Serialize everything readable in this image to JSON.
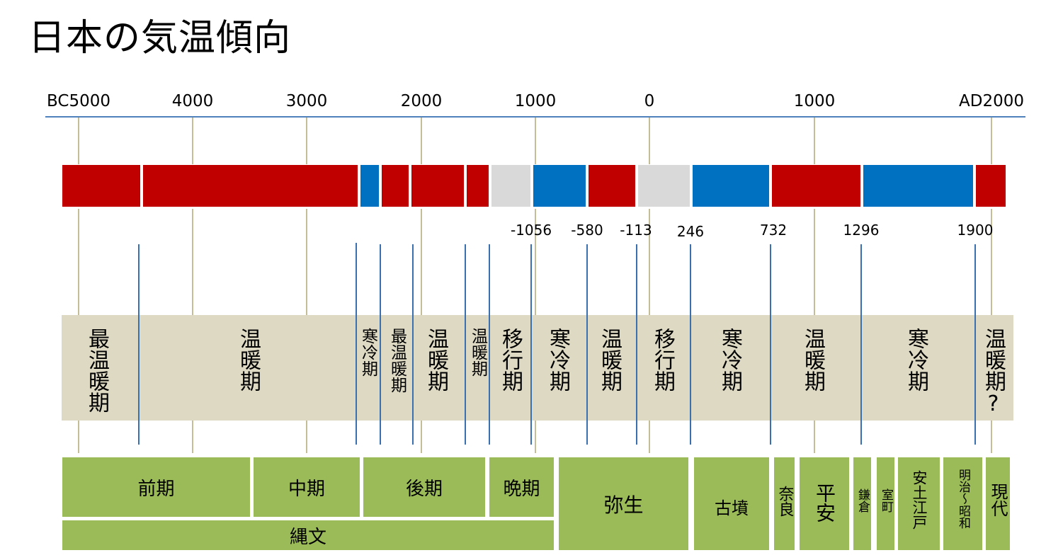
{
  "title": "日本の気温傾向",
  "axis": {
    "ticks": [
      "BC5000",
      "4000",
      "3000",
      "2000",
      "1000",
      "0",
      "1000",
      "AD2000"
    ]
  },
  "colors": {
    "warm": "#c00000",
    "cold": "#0070c0",
    "transition": "#d9d9d9",
    "climate_background": "#ddd9c3",
    "era_fill": "#9bbb59",
    "axis": "#4f81bd",
    "boundary_line": "#3a6fb0",
    "grid_line": "#c4bd97"
  },
  "climate_bands": [
    {
      "type": "warm"
    },
    {
      "type": "warm"
    },
    {
      "type": "cold"
    },
    {
      "type": "warm"
    },
    {
      "type": "warm"
    },
    {
      "type": "warm"
    },
    {
      "type": "transition"
    },
    {
      "type": "cold"
    },
    {
      "type": "warm"
    },
    {
      "type": "transition"
    },
    {
      "type": "cold"
    },
    {
      "type": "warm"
    },
    {
      "type": "cold"
    },
    {
      "type": "warm"
    }
  ],
  "boundary_years": [
    "-1056",
    "-580",
    "-113",
    "246",
    "732",
    "1296",
    "1900"
  ],
  "climate_periods": [
    "最温暖期",
    "温暖期",
    "寒冷期",
    "最温暖期",
    "温暖期",
    "温暖期",
    "移行期",
    "寒冷期",
    "温暖期",
    "移行期",
    "寒冷期",
    "温暖期",
    "寒冷期",
    "温暖期?"
  ],
  "eras": {
    "jomon_sub": [
      "前期",
      "中期",
      "後期",
      "晩期"
    ],
    "jomon": "縄文",
    "yayoi": "弥生",
    "kofun": "古墳",
    "nara": "奈良",
    "heian": "平安",
    "kamakura": "鎌倉",
    "muromachi": "室町",
    "azuchi_edo": "安土江戸",
    "meiji_showa": "明治～昭和",
    "gendai": "現代"
  }
}
